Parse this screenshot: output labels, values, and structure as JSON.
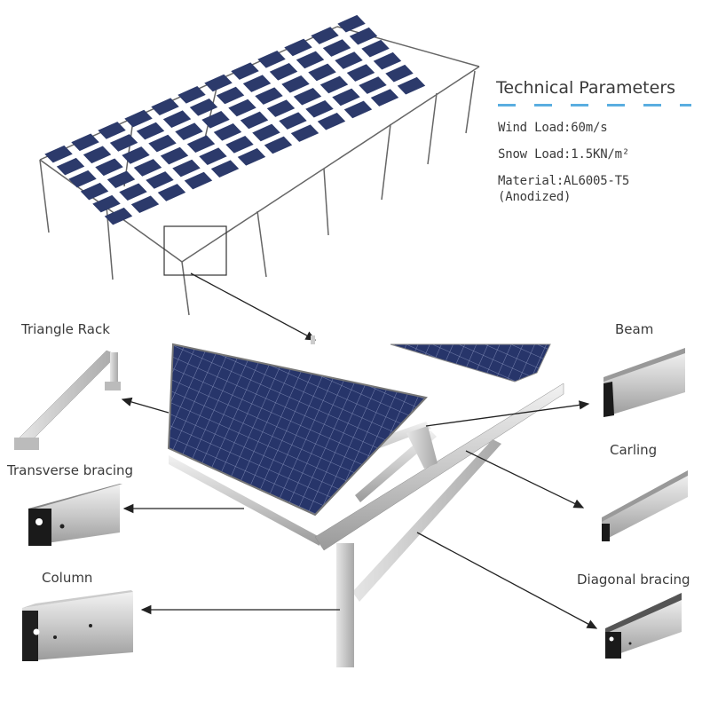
{
  "technical_parameters": {
    "title": "Technical Parameters",
    "wind_load": "Wind Load:60m/s",
    "snow_load": "Snow Load:1.5KN/m²",
    "material_line1": "Material:AL6005-T5",
    "material_line2": "(Anodized)"
  },
  "components": {
    "triangle_rack": "Triangle Rack",
    "transverse_bracing": "Transverse bracing",
    "column": "Column",
    "beam": "Beam",
    "carling": "Carling",
    "diagonal_bracing": "Diagonal bracing"
  },
  "colors": {
    "panel": "#2a3566",
    "panel_grid": "#8c97c0",
    "aluminum": "#c8c8c8",
    "accent_dash": "#5aaee0",
    "text": "#3a3a3a"
  }
}
